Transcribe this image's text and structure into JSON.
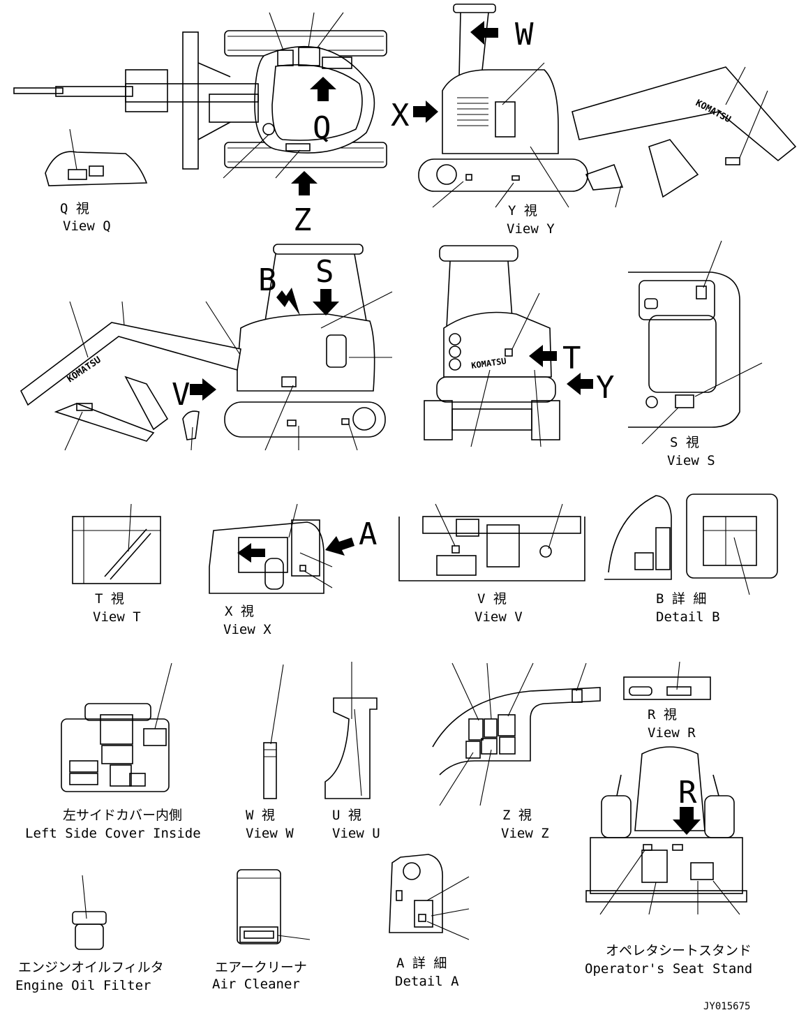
{
  "letters": {
    "w": "W",
    "x": "X",
    "q": "Q",
    "z": "Z",
    "b": "B",
    "s": "S",
    "v": "V",
    "t": "T",
    "y": "Y",
    "a": "A",
    "r": "R"
  },
  "brand": "KOMATSU",
  "captions": {
    "view_q_jp": "Q  視",
    "view_q_en": "View Q",
    "view_y_jp": "Y  視",
    "view_y_en": "View Y",
    "view_s_jp": "S  視",
    "view_s_en": "View S",
    "view_t_jp": "T  視",
    "view_t_en": "View T",
    "view_x_jp": "X  視",
    "view_x_en": "View X",
    "view_v_jp": "V  視",
    "view_v_en": "View V",
    "detail_b_jp": "B 詳 細",
    "detail_b_en": "Detail B",
    "view_r_jp": "R  視",
    "view_r_en": "View R",
    "lsc_jp": "左サイドカバー内側",
    "lsc_en": "Left Side Cover Inside",
    "view_w_jp": "W  視",
    "view_w_en": "View W",
    "view_u_jp": "U  視",
    "view_u_en": "View U",
    "view_z_jp": "Z  視",
    "view_z_en": "View Z",
    "eof_jp": "エンジンオイルフィルタ",
    "eof_en": "Engine Oil Filter",
    "ac_jp": "エアークリーナ",
    "ac_en": "Air Cleaner",
    "detail_a_jp": "A 詳 細",
    "detail_a_en": "Detail A",
    "oss_jp": "オペレタシートスタンド",
    "oss_en": "Operator's Seat Stand"
  },
  "drawing_number": "JY015675"
}
